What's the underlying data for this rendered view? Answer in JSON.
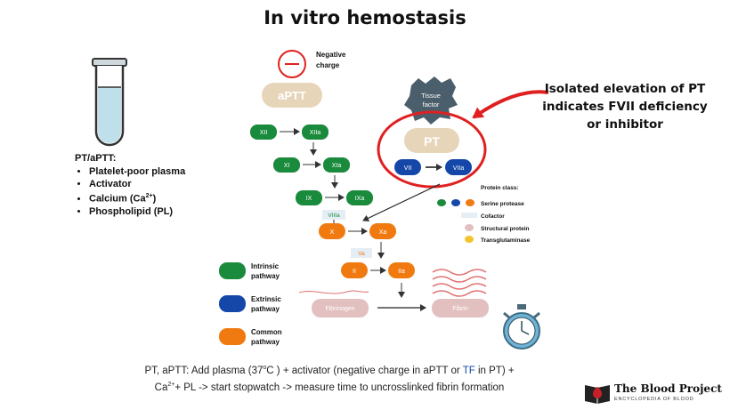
{
  "title": "In vitro hemostasis",
  "negative_charge_label": "Negative charge",
  "tissue_factor_label": "Tissue factor",
  "pt_tube": {
    "heading": "PT/aPTT:",
    "items": [
      "Platelet-poor plasma",
      "Activator",
      "Calcium (Ca2+)",
      "Phospholipid (PL)"
    ]
  },
  "tests": {
    "aptt": "aPTT",
    "pt": "PT"
  },
  "factors": {
    "xii": "XII",
    "xiia": "XIIa",
    "xi": "XI",
    "xia": "XIa",
    "ix": "IX",
    "ixa": "IXa",
    "viiia": "VIIIa",
    "x": "X",
    "xa": "Xa",
    "va": "Va",
    "ii": "II",
    "iia": "IIa",
    "vii": "VII",
    "viia": "VIIa",
    "fibrinogen": "Fibrinogen",
    "fibrin": "Fibrin"
  },
  "callout": "Isolated elevation of PT indicates FVII deficiency or inhibitor",
  "protein_class": {
    "heading": "Protein class:",
    "serine_protease": "Serine protease",
    "cofactor": "Cofactor",
    "structural_protein": "Structural protein",
    "transglutaminase": "Transglutaminase"
  },
  "pathway_legend": [
    {
      "label": "Intrinsic pathway",
      "color": "#1a8a3c"
    },
    {
      "label": "Extrinsic pathway",
      "color": "#1447a8"
    },
    {
      "label": "Common pathway",
      "color": "#f07a10"
    }
  ],
  "colors": {
    "intrinsic": "#1a8a3c",
    "extrinsic": "#1447a8",
    "common": "#f07a10",
    "cofactor": "#e6eef5",
    "structural": "#e2c0c0",
    "transglutaminase": "#f4c430",
    "test_pill": "#e7d5b9",
    "callout_ring": "#e02020",
    "fibrin_wave": "#e07070",
    "stopwatch": "#6fb4d6"
  },
  "footer": {
    "line1_a": "PT, aPTT: Add plasma (37",
    "line1_sup": "o",
    "line1_b": "C ) + activator (negative charge in aPTT or ",
    "line1_tf": "TF",
    "line1_c": " in PT) +",
    "line2_a": "Ca",
    "line2_sup": "2+",
    "line2_b": "+ PL -> start stopwatch -> measure time to uncrosslinked fibrin formation"
  },
  "brand": {
    "name": "The Blood Project",
    "sub": "ENCYCLOPEDIA OF BLOOD"
  }
}
